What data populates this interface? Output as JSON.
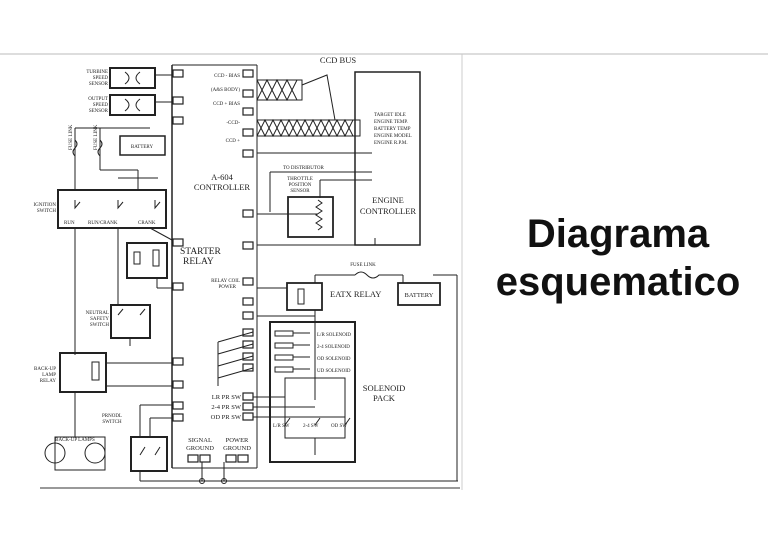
{
  "title": {
    "line1": "Diagrama",
    "line2": "esquematico"
  },
  "diagram": {
    "ccd_bus": "CCD BUS",
    "turbine_sensor": [
      "TURBINE",
      "SPEED",
      "SENSOR"
    ],
    "output_sensor": [
      "OUTPUT",
      "SPEED",
      "SENSOR"
    ],
    "fuse_link": "FUSE LINK",
    "battery": "BATTERY",
    "ignition_switch": [
      "IGNITION",
      "SWITCH"
    ],
    "ign_contacts": [
      "RUN",
      "RUN/CRANK",
      "CRANK"
    ],
    "controller": [
      "A-604",
      "CONTROLLER"
    ],
    "ccd_plus_bias": "CCD - BIAS",
    "abs_body": "(A&S BODY)",
    "ccd_minus_bias": "CCD + BIAS",
    "ccd_minus": "-CCD-",
    "ccd_plus": "CCD +",
    "starter_relay": [
      "STARTER",
      "RELAY"
    ],
    "relay_coil": [
      "RELAY COIL",
      "POWER"
    ],
    "neutral_switch": [
      "NEUTRAL",
      "SAFETY",
      "SWITCH"
    ],
    "backup_relay": [
      "BACK-UP",
      "LAMP",
      "RELAY"
    ],
    "backup_lamps": "BACK-UP LAMPS",
    "prndl_switch": [
      "PRNODL",
      "SWITCH"
    ],
    "signal_ground": [
      "SIGNAL",
      "GROUND"
    ],
    "power_ground": [
      "POWER",
      "GROUND"
    ],
    "pressure_switches": [
      "LR PR SW",
      "2-4 PR SW",
      "OD PR SW"
    ],
    "to_distributor": "TO DISTRIBUTOR",
    "throttle_sensor": [
      "THROTTLE",
      "POSITION",
      "SENSOR"
    ],
    "engine_data": [
      "TARGET IDLE",
      "ENGINE TEMP.",
      "BATTERY TEMP",
      "ENGINE MODEL",
      "ENGINE R.P.M."
    ],
    "engine_controller": [
      "ENGINE",
      "CONTROLLER"
    ],
    "eatx_relay": "EATX RELAY",
    "solenoids": [
      "L/R SOLENOID",
      "2-4 SOLENOID",
      "OD SOLENOID",
      "UD SOLENOID"
    ],
    "solenoid_pack": [
      "SOLENOID",
      "PACK"
    ],
    "pack_switches": [
      "L/R SW",
      "2-4 SW",
      "OD SW"
    ]
  }
}
